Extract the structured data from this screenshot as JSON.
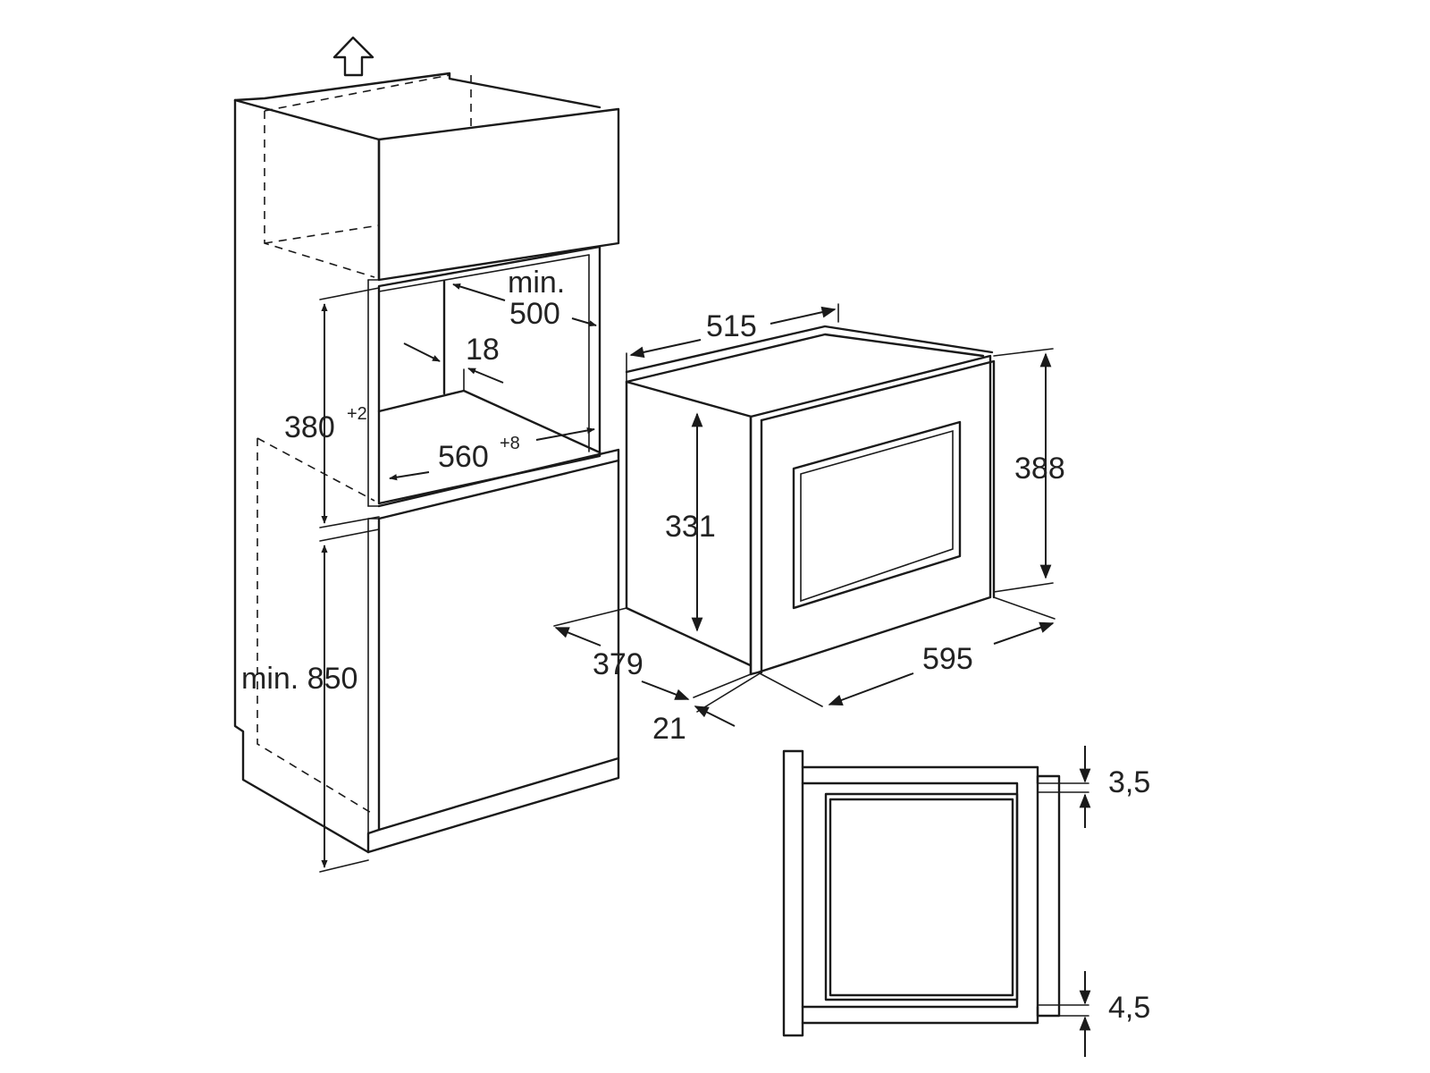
{
  "labels": {
    "min": "min.",
    "d500": "500",
    "d18": "18",
    "d380": "380",
    "tol380": "+2",
    "d560": "560",
    "tol560": "+8",
    "min850": "min. 850",
    "d515": "515",
    "d388": "388",
    "d331": "331",
    "d379": "379",
    "d595": "595",
    "d21": "21",
    "d3_5": "3,5",
    "d4_5": "4,5"
  },
  "colors": {
    "line": "#1a1a1a",
    "text": "#222222",
    "background": "#ffffff"
  },
  "icons": {
    "airflow": "up-arrow-outline-icon"
  }
}
